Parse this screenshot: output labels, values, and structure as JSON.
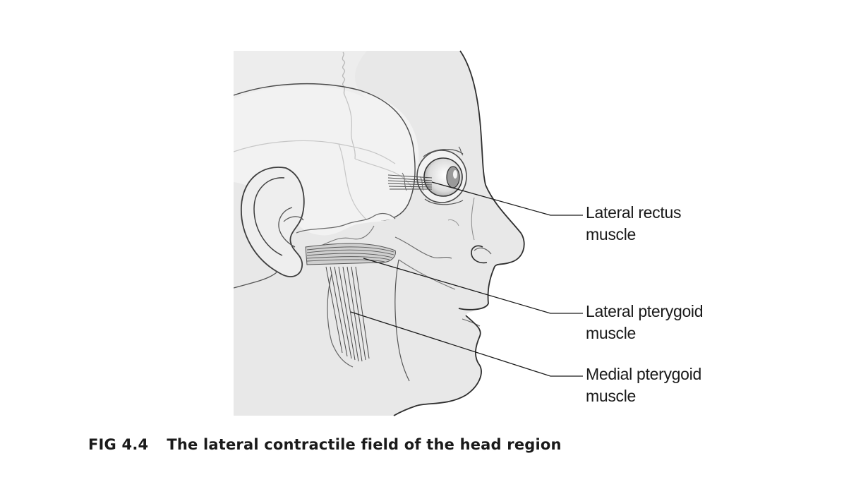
{
  "labels": {
    "lateral_rectus": {
      "line1": "Lateral rectus",
      "line2": "muscle"
    },
    "lateral_pterygoid": {
      "line1": "Lateral pterygoid",
      "line2": "muscle"
    },
    "medial_pterygoid": {
      "line1": "Medial pterygoid",
      "line2": "muscle"
    }
  },
  "caption": {
    "number": "FIG 4.4",
    "text": "The lateral contractile field of the head region"
  }
}
